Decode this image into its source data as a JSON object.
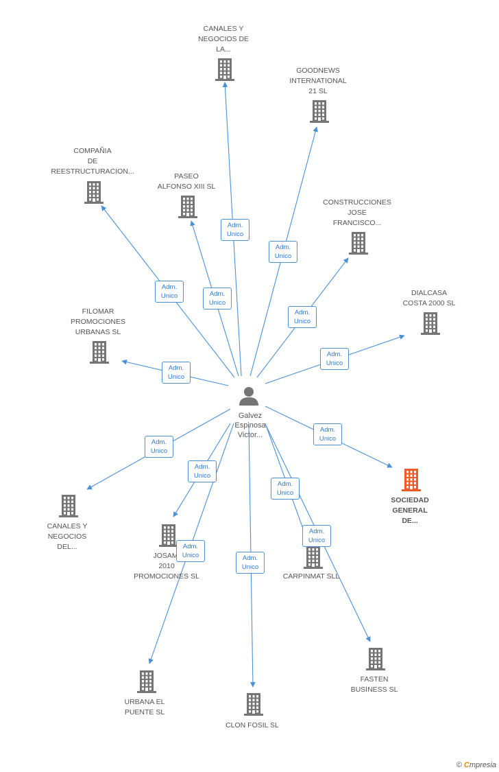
{
  "center": {
    "name_lines": [
      "Galvez",
      "Espinosa",
      "Victor..."
    ],
    "icon": "person-icon"
  },
  "edge_label_lines": [
    "Adm.",
    "Unico"
  ],
  "colors": {
    "edge": "#4a90d9",
    "building": "#757575",
    "highlight": "#ee5a2a",
    "text": "#555555"
  },
  "companies": [
    {
      "id": "canales-negocios-la",
      "lines": [
        "CANALES Y",
        "NEGOCIOS DE",
        "LA..."
      ]
    },
    {
      "id": "goodnews",
      "lines": [
        "GOODNEWS",
        "INTERNATIONAL",
        "21 SL"
      ]
    },
    {
      "id": "compania",
      "lines": [
        "COMPAÑIA",
        "DE",
        "REESTRUCTURACION..."
      ]
    },
    {
      "id": "paseo",
      "lines": [
        "PASEO",
        "ALFONSO XIII SL"
      ]
    },
    {
      "id": "construcciones",
      "lines": [
        "CONSTRUCCIONES",
        "JOSE",
        "FRANCISCO..."
      ]
    },
    {
      "id": "dialcasa",
      "lines": [
        "DIALCASA",
        "COSTA 2000 SL"
      ]
    },
    {
      "id": "filomar",
      "lines": [
        "FILOMAR",
        "PROMOCIONES",
        "URBANAS SL"
      ]
    },
    {
      "id": "sociedad",
      "lines": [
        "SOCIEDAD",
        "GENERAL",
        "DE..."
      ],
      "highlight": true
    },
    {
      "id": "canales-negocios-del",
      "lines": [
        "CANALES Y",
        "NEGOCIOS",
        "DEL..."
      ]
    },
    {
      "id": "josami",
      "lines": [
        "JOSAMI",
        "2010",
        "PROMOCIONES SL"
      ]
    },
    {
      "id": "carpinmat",
      "lines": [
        "CARPINMAT SLL"
      ]
    },
    {
      "id": "fasten",
      "lines": [
        "FASTEN",
        "BUSINESS SL"
      ]
    },
    {
      "id": "urbana",
      "lines": [
        "URBANA EL",
        "PUENTE  SL"
      ]
    },
    {
      "id": "clon",
      "lines": [
        "CLON FOSIL SL"
      ]
    }
  ],
  "footer": {
    "copyright": "©",
    "brand_initial": "C",
    "brand_rest": "mpresia"
  }
}
